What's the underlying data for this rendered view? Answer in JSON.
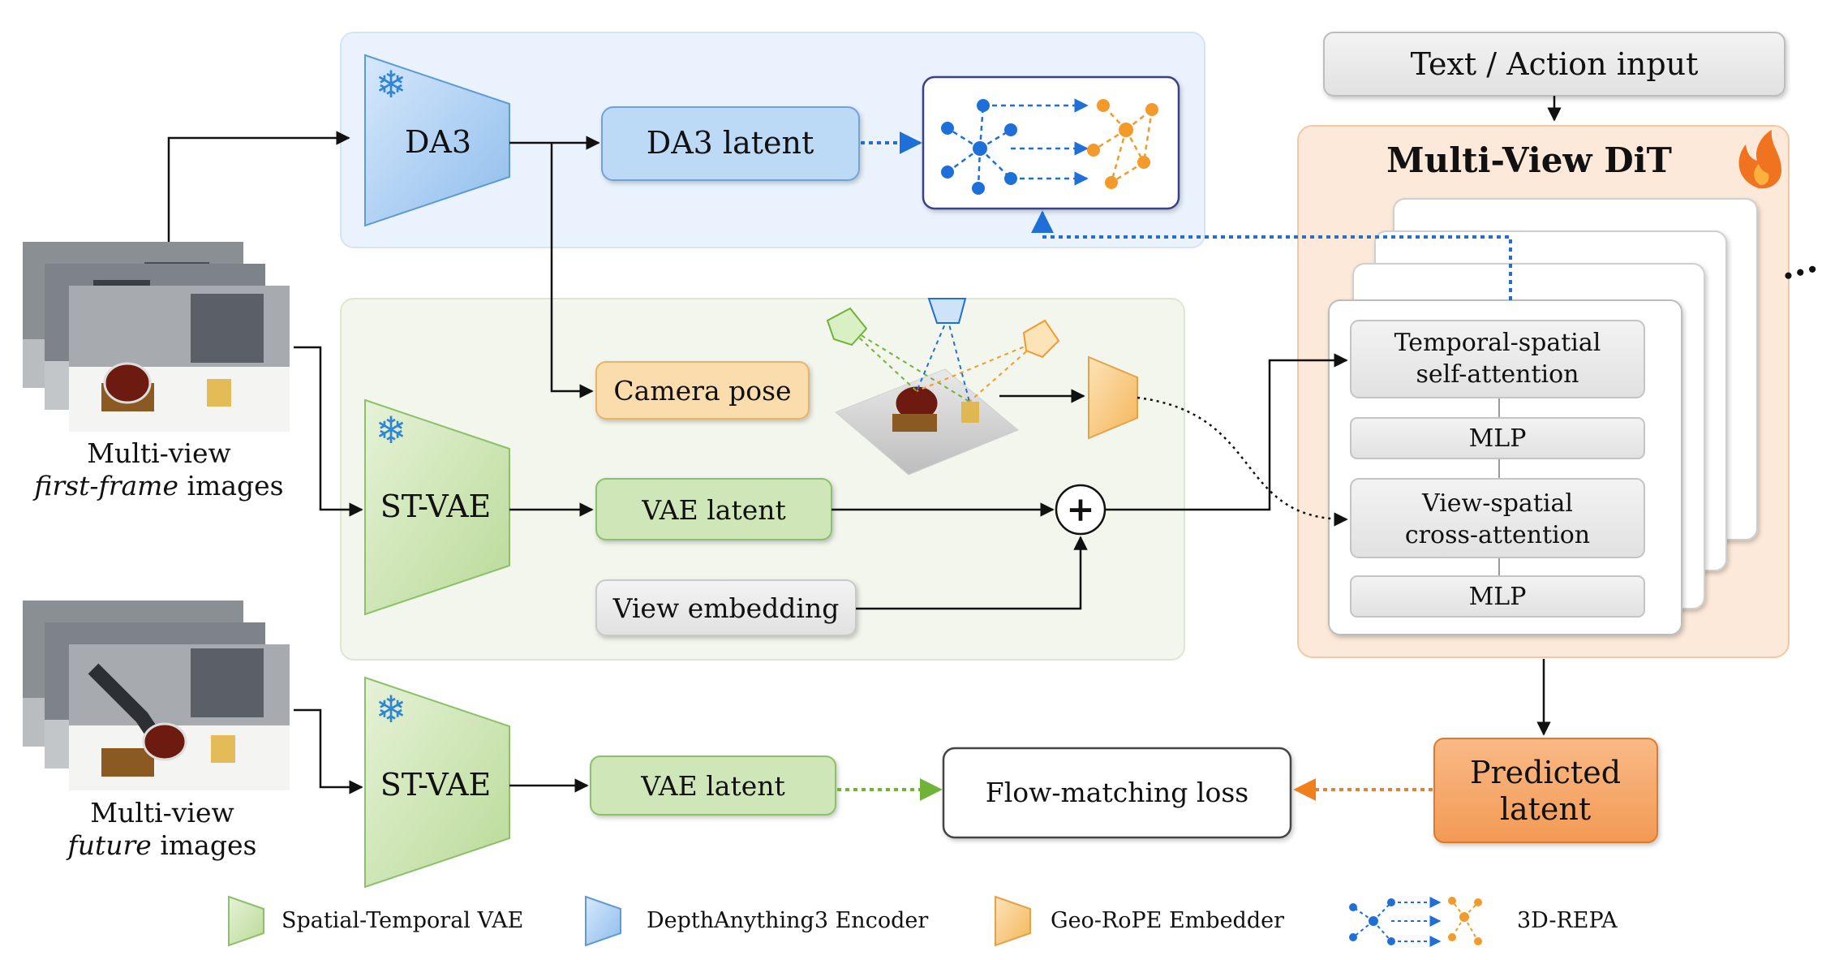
{
  "top_input": {
    "text_action": "Text / Action input"
  },
  "da3_branch": {
    "encoder_label": "DA3",
    "latent_label": "DA3 latent"
  },
  "middle_branch": {
    "camera_pose": "Camera pose",
    "encoder_label": "ST-VAE",
    "vae_latent": "VAE latent",
    "view_embedding": "View embedding",
    "plus": "+"
  },
  "inputs": {
    "first_frame": {
      "line1": "Multi-view",
      "line2": "first-frame",
      "line3": " images"
    },
    "future": {
      "line1": "Multi-view",
      "line2": "future",
      "line3": " images"
    }
  },
  "bottom_branch": {
    "encoder_label": "ST-VAE",
    "vae_latent": "VAE latent",
    "loss": "Flow-matching loss",
    "predicted_line1": "Predicted",
    "predicted_line2": "latent"
  },
  "dit": {
    "title": "Multi-View DiT",
    "block1_line1": "Temporal-spatial",
    "block1_line2": "self-attention",
    "mlp1": "MLP",
    "block2_line1": "View-spatial",
    "block2_line2": "cross-attention",
    "mlp2": "MLP",
    "more": "..."
  },
  "legend": {
    "st_vae": "Spatial-Temporal VAE",
    "da3": "DepthAnything3 Encoder",
    "geo_rope": "Geo-RoPE Embedder",
    "repa": "3D-REPA"
  },
  "colors": {
    "vae_green": "#cfe6b8",
    "da3_blue": "#a9cdf0",
    "geo_orange": "#f8cf8a",
    "predicted_orange": "#f6a564",
    "dit_panel": "#fde9d9",
    "repa_blue": "#1f6fd8",
    "repa_orange": "#f39a2a",
    "green_dash": "#6fb339"
  },
  "icons": [
    "snowflake-icon",
    "fire-icon",
    "repa-graph-icon",
    "camera-frustum-icon"
  ]
}
